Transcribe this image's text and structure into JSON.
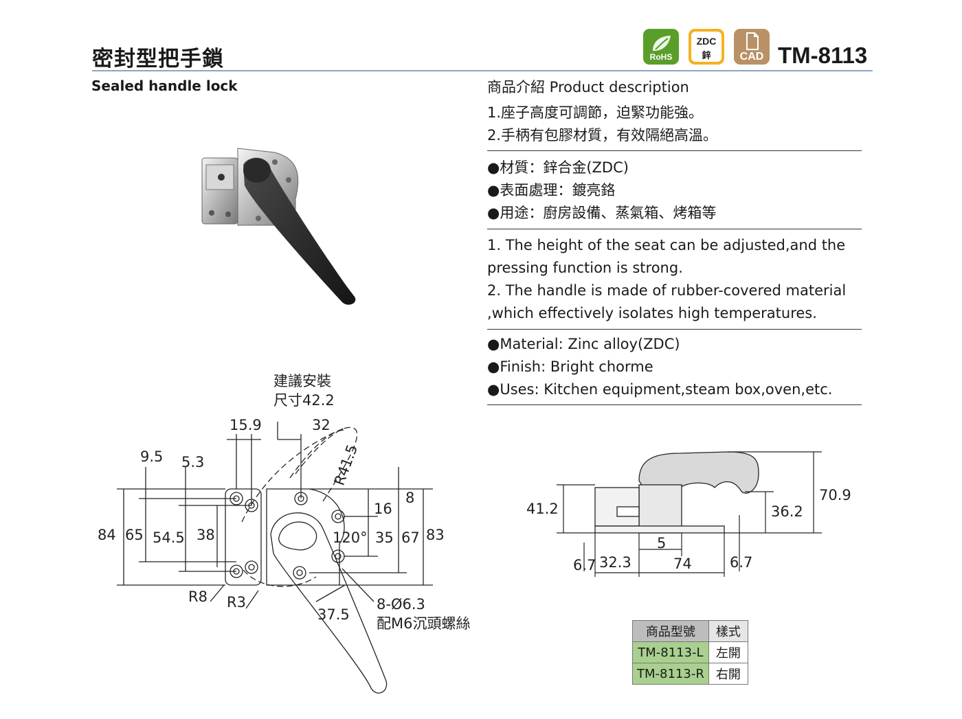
{
  "header": {
    "title_zh": "密封型把手鎖",
    "title_en": "Sealed handle lock",
    "model": "TM-8113",
    "badges": {
      "rohs": "RoHS",
      "zdc_top": "ZDC",
      "zdc_bottom": "鋅",
      "cad": "CAD"
    }
  },
  "description": {
    "heading": "商品介紹 Product description",
    "zh_points": [
      "1.座子高度可調節，迫緊功能強。",
      "2.手柄有包膠材質，有效隔絕高溫。"
    ],
    "zh_specs": [
      "●材質：鋅合金(ZDC)",
      "●表面處理：鍍亮鉻",
      "●用途：廚房設備、蒸氣箱、烤箱等"
    ],
    "en_points": [
      "1. The height of the seat can be adjusted,and the",
      "pressing function is strong.",
      "2. The handle is made of rubber-covered material",
      ",which effectively isolates high temperatures."
    ],
    "en_specs": [
      "●Material: Zinc alloy(ZDC)",
      "●Finish: Bright chorme",
      "●Uses: Kitchen equipment,steam box,oven,etc."
    ]
  },
  "front_drawing": {
    "note_line1": "建議安裝",
    "note_line2": "尺寸42.2",
    "d_15_9": "15.9",
    "d_32": "32",
    "d_r41_5": "R41.5",
    "d_9_5": "9.5",
    "d_5_3": "5.3",
    "d_84": "84",
    "d_65": "65",
    "d_54_5": "54.5",
    "d_38": "38",
    "d_16": "16",
    "d_8": "8",
    "d_120": "120°",
    "d_35": "35",
    "d_67": "67",
    "d_83": "83",
    "d_r8": "R8",
    "d_r3": "R3",
    "d_37_5": "37.5",
    "hole_note1": "8-Ø6.3",
    "hole_note2": "配M6沉頭螺絲"
  },
  "side_drawing": {
    "d_41_2": "41.2",
    "d_70_9": "70.9",
    "d_36_2": "36.2",
    "d_5": "5",
    "d_6_7a": "6.7",
    "d_32_3": "32.3",
    "d_74": "74",
    "d_6_7b": "6.7"
  },
  "model_table": {
    "headers": [
      "商品型號",
      "樣式"
    ],
    "rows": [
      {
        "model": "TM-8113-L",
        "style": "左開"
      },
      {
        "model": "TM-8113-R",
        "style": "右開"
      }
    ]
  },
  "colors": {
    "accent_line": "#8aa4c8",
    "rohs": "#5a9e2a",
    "zdc": "#f2b320",
    "cad": "#b89266",
    "table_model": "#a9d08e"
  }
}
